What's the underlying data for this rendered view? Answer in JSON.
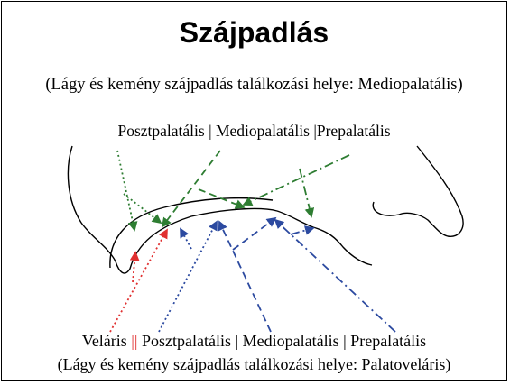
{
  "title": "Szájpadlás",
  "top_note": "(Lágy és kemény szájpadlás találkozási helye: Mediopalatális)",
  "top_labels": {
    "posztpalatalis": "Posztpalatális",
    "sep1": " | ",
    "mediopalatalis": "Mediopalatális",
    "sep2": " |",
    "prepalatalis": "Prepalatális"
  },
  "bottom_labels": {
    "velaris": "Veláris",
    "red_sep": " || ",
    "posztpalatalis": "Posztpalatális",
    "sep1": " | ",
    "mediopalatalis": "Mediopalatális",
    "sep2": " | ",
    "prepalatalis": "Prepalatális"
  },
  "bottom_note": "(Lágy és kemény szájpadlás találkozási helye: Palatoveláris)",
  "colors": {
    "green_arrows": "#2e7d32",
    "blue_arrows": "#2c4aa0",
    "red_arrows": "#e03030",
    "outline": "#000000"
  }
}
